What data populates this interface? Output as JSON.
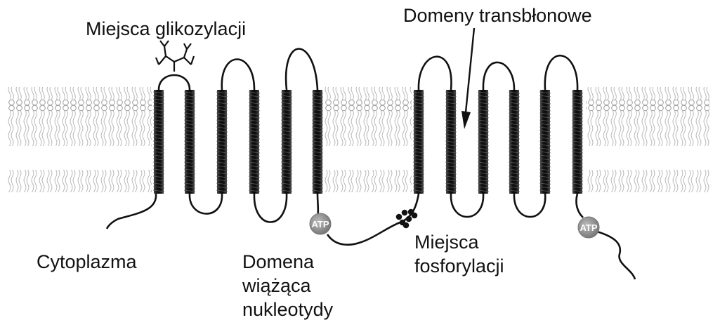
{
  "labels": {
    "glycosylation": "Miejsca glikozylacji",
    "transmembrane": "Domeny transbłonowe",
    "cytoplasm": "Cytoplazma",
    "nbd_line1": "Domena",
    "nbd_line2": "wiążąca",
    "nbd_line3": "nukleotydy",
    "phos_line1": "Miejsca",
    "phos_line2": "fosforylacji"
  },
  "atp_badges": [
    "ATP",
    "ATP"
  ],
  "colors": {
    "membrane_outline": "#9a9a9a",
    "helix": "#1c1c1c",
    "chain": "#111111",
    "atp_fill": "#8c8c8c"
  }
}
